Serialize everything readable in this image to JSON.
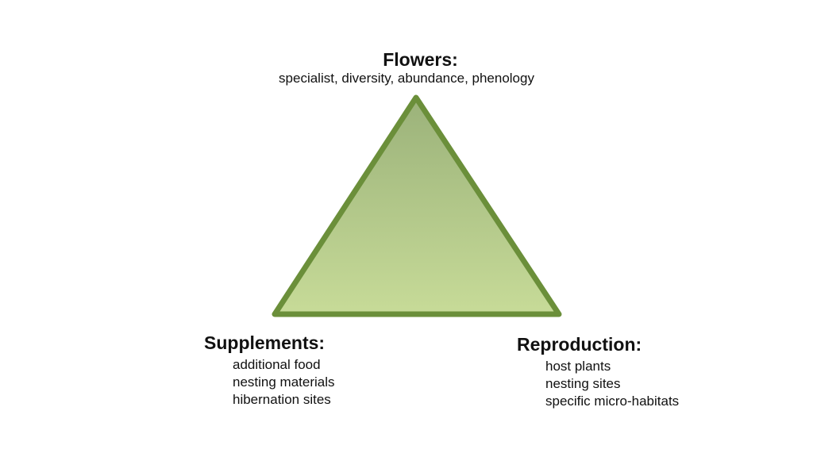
{
  "diagram": {
    "top": {
      "title": "Flowers:",
      "description": "specialist, diversity, abundance, phenology"
    },
    "left": {
      "title": "Supplements:",
      "items": [
        "additional food",
        "nesting materials",
        "hibernation sites"
      ]
    },
    "right": {
      "title": "Reproduction:",
      "items": [
        "host plants",
        "nesting sites",
        "specific micro-habitats"
      ]
    },
    "colors": {
      "triangle_stroke": "#6b8f3a",
      "triangle_fill_top": "#9bb27a",
      "triangle_fill_bottom": "#c7db98",
      "text": "#111111"
    }
  }
}
